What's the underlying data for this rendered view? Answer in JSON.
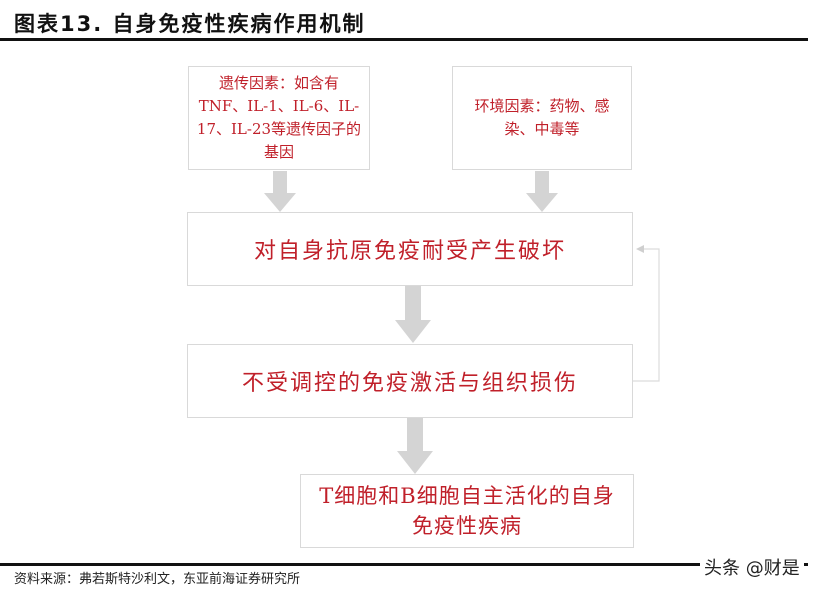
{
  "header": {
    "title": "图表13.  自身免疫性疾病作用机制"
  },
  "diagram": {
    "nodes": {
      "genetic": {
        "label": "遗传因素：如含有TNF、IL-1、IL-6、IL-17、IL-23等遗传因子的基因"
      },
      "environment": {
        "label": "环境因素：药物、感染、中毒等"
      },
      "tolerance": {
        "label": "对自身抗原免疫耐受产生破坏"
      },
      "activation": {
        "label": "不受调控的免疫激活与组织损伤"
      },
      "disease": {
        "label": "T细胞和B细胞自主活化的自身免疫性疾病"
      }
    },
    "edges": [
      {
        "from": "genetic",
        "to": "tolerance"
      },
      {
        "from": "environment",
        "to": "tolerance"
      },
      {
        "from": "tolerance",
        "to": "activation"
      },
      {
        "from": "activation",
        "to": "tolerance",
        "style": "thin-feedback"
      },
      {
        "from": "activation",
        "to": "disease"
      }
    ],
    "colors": {
      "text": "#c0202a",
      "box_border": "#d9d9d9",
      "arrow": "#d4d4d4"
    }
  },
  "footer": {
    "source": "资料来源：弗若斯特沙利文，东亚前海证券研究所",
    "watermark": "头条 @财是"
  }
}
